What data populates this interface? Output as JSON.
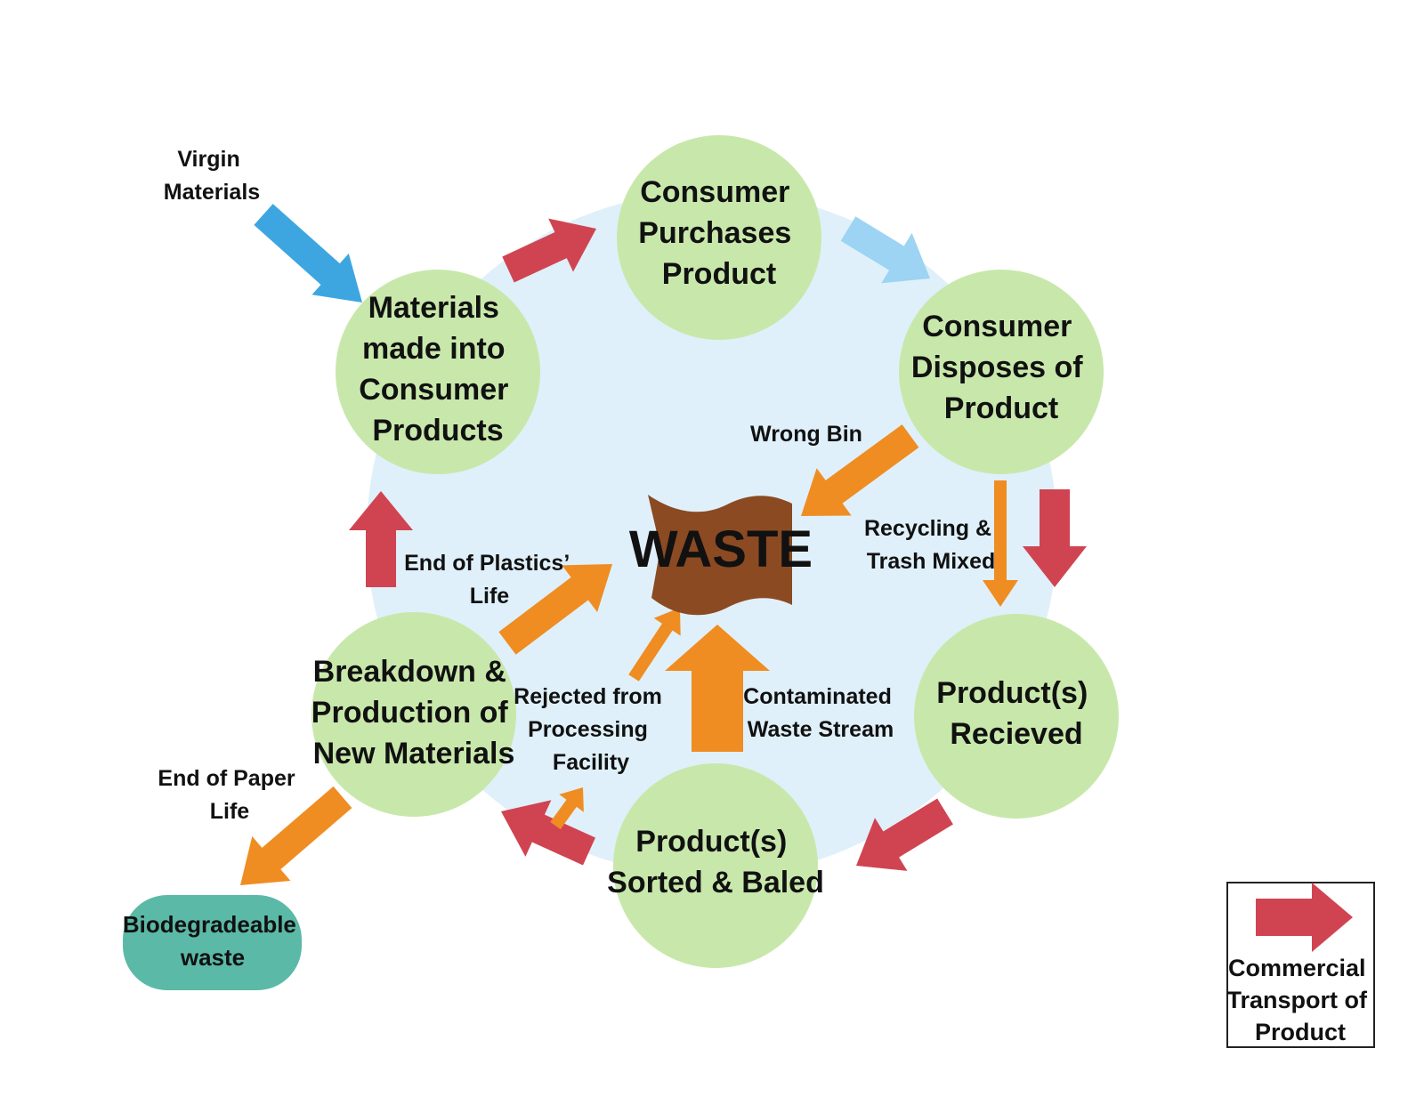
{
  "colors": {
    "background_disc": "#dff0fa",
    "node_fill": "#c8e8ab",
    "commercial_arrow": "#d04451",
    "waste_arrow": "#ef8d22",
    "virgin_arrow": "#3da6e0",
    "consumer_arrow": "#9dd3f3",
    "waste_banner": "#8b4a22",
    "biodegradable_fill": "#5bb9a7"
  },
  "nodes": {
    "materials": [
      "Materials",
      "made into",
      "Consumer",
      "Products"
    ],
    "purchases": [
      "Consumer",
      "Purchases",
      "Product"
    ],
    "disposes": [
      "Consumer",
      "Disposes of",
      "Product"
    ],
    "received": [
      "Product(s)",
      "Recieved"
    ],
    "sorted": [
      "Product(s)",
      "Sorted & Baled"
    ],
    "breakdown": [
      "Breakdown &",
      "Production of",
      "New Materials"
    ]
  },
  "center": {
    "waste": "WASTE"
  },
  "labels": {
    "virgin": [
      "Virgin",
      "Materials"
    ],
    "wrong_bin": [
      "Wrong Bin"
    ],
    "mixed": [
      "Recycling &",
      "Trash Mixed"
    ],
    "plastics": [
      "End of Plastics’",
      "Life"
    ],
    "rejected": [
      "Rejected from",
      "Processing",
      "Facility"
    ],
    "contaminated": [
      "Contaminated",
      "Waste Stream"
    ],
    "paper": [
      "End of Paper",
      "Life"
    ]
  },
  "biodegradable": [
    "Biodegradeable",
    "waste"
  ],
  "legend": [
    "Commercial",
    "Transport of",
    "Product"
  ],
  "arrows": [
    {
      "id": "virgin-arrow",
      "kind": "virgin"
    },
    {
      "id": "materials-to-purchase-arrow",
      "kind": "commercial"
    },
    {
      "id": "purchase-to-dispose-arrow",
      "kind": "consumer"
    },
    {
      "id": "dispose-to-received-arrow",
      "kind": "commercial"
    },
    {
      "id": "received-to-sorted-arrow",
      "kind": "commercial"
    },
    {
      "id": "sorted-to-breakdown-arrow",
      "kind": "commercial"
    },
    {
      "id": "breakdown-to-materials-arrow",
      "kind": "commercial"
    },
    {
      "id": "wrong-bin-arrow",
      "kind": "waste"
    },
    {
      "id": "mixed-arrow",
      "kind": "waste"
    },
    {
      "id": "plastics-arrow",
      "kind": "waste"
    },
    {
      "id": "rejected-arrow",
      "kind": "waste"
    },
    {
      "id": "contaminated-arrow",
      "kind": "waste"
    },
    {
      "id": "paper-arrow",
      "kind": "waste"
    }
  ]
}
